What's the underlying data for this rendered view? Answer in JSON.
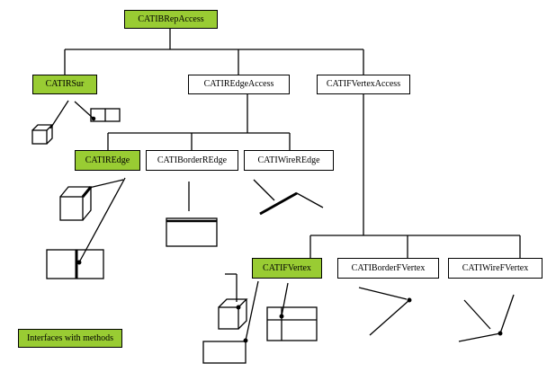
{
  "colors": {
    "method_interface": "#99cc33",
    "plain_interface": "#ffffff",
    "stroke": "#000000"
  },
  "nodes": {
    "root": "CATIBRepAccess",
    "sur": "CATIRSur",
    "edge_access": "CATIREdgeAccess",
    "fvertex_access": "CATIFVertexAccess",
    "edge": "CATIREdge",
    "border_edge": "CATIBorderREdge",
    "wire_edge": "CATIWireREdge",
    "fvertex": "CATIFVertex",
    "border_fvertex": "CATIBorderFVertex",
    "wire_fvertex": "CATIWireFVertex"
  },
  "legend": {
    "label": "Interfaces with methods"
  }
}
